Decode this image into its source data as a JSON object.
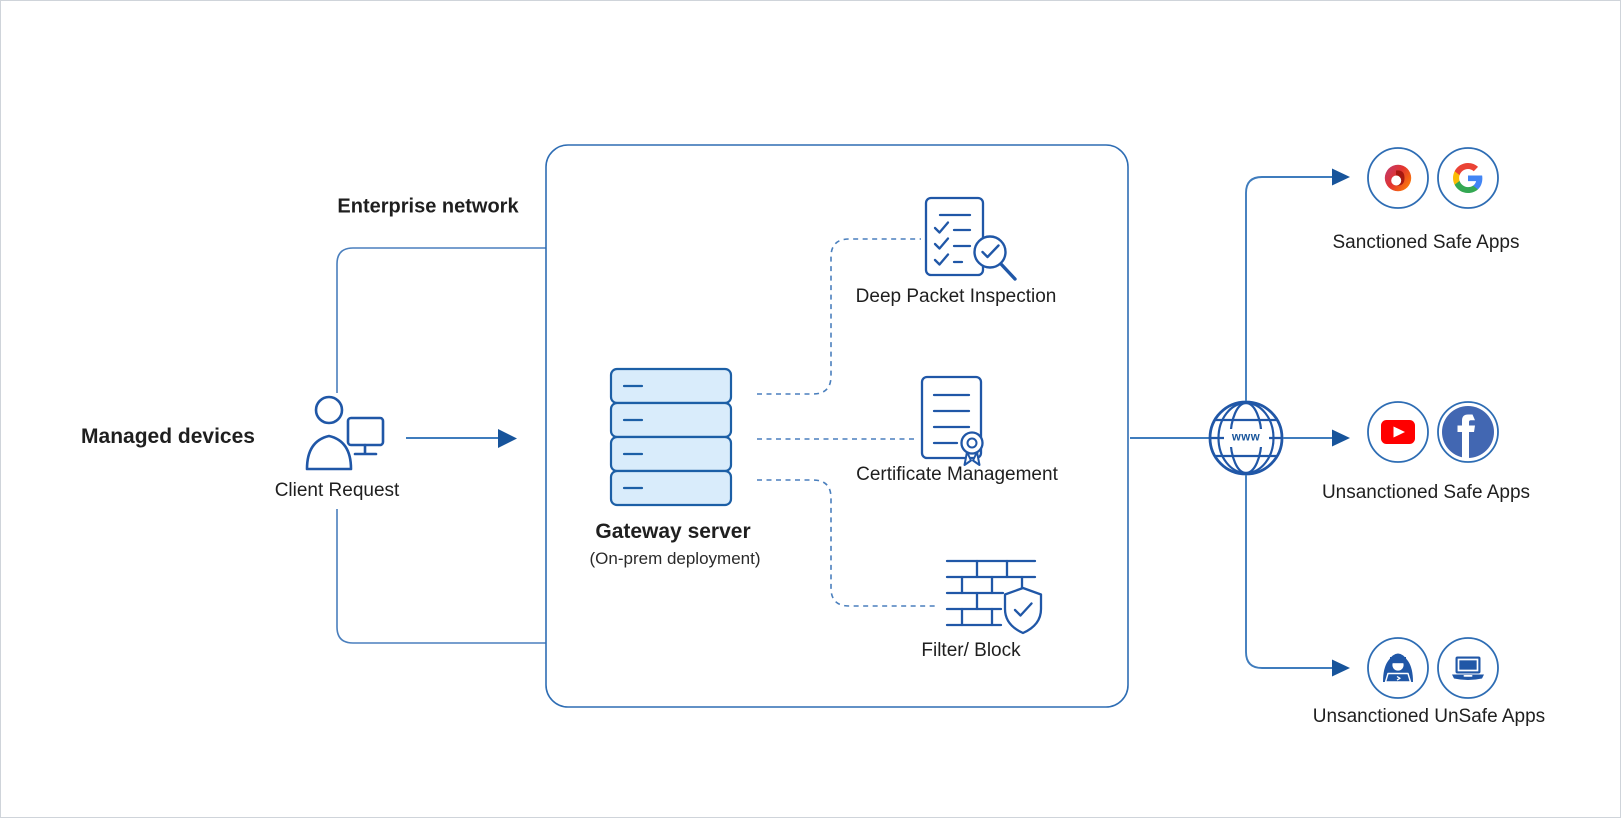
{
  "network": {
    "enterprise_label": "Enterprise network",
    "managed_devices_label": "Managed devices",
    "client_label": "Client Request",
    "internet_label": "www"
  },
  "gateway": {
    "name": "Gateway server",
    "deployment": "(On-prem deployment)",
    "functions": [
      "Deep Packet Inspection",
      "Certificate Management",
      "Filter/ Block"
    ]
  },
  "app_groups": [
    {
      "label": "Sanctioned Safe Apps",
      "apps": [
        "office",
        "google"
      ]
    },
    {
      "label": "Unsanctioned Safe Apps",
      "apps": [
        "youtube",
        "facebook"
      ]
    },
    {
      "label": "Unsanctioned UnSafe Apps",
      "apps": [
        "hacker",
        "laptop"
      ]
    }
  ],
  "colors": {
    "line_blue": "#3f7cbd",
    "dashed_blue": "#4a7fbd",
    "icon_stroke_blue": "#2057a7",
    "arrowhead_navy": "#17549b",
    "box_border_blue": "#2e6db4",
    "server_fill": "#d9ecfb",
    "server_border": "#1c5fa6",
    "text": "#1f1f1f",
    "youtube_red": "#ff0000",
    "facebook_blue": "#4267b2",
    "google_blue": "#4285f4",
    "google_green": "#34a853",
    "google_yellow": "#fbbc05",
    "google_red": "#ea4335",
    "office_orange": "#ff8404",
    "office_crimson": "#c13a6a",
    "solid_icon_blue": "#2057a7"
  }
}
